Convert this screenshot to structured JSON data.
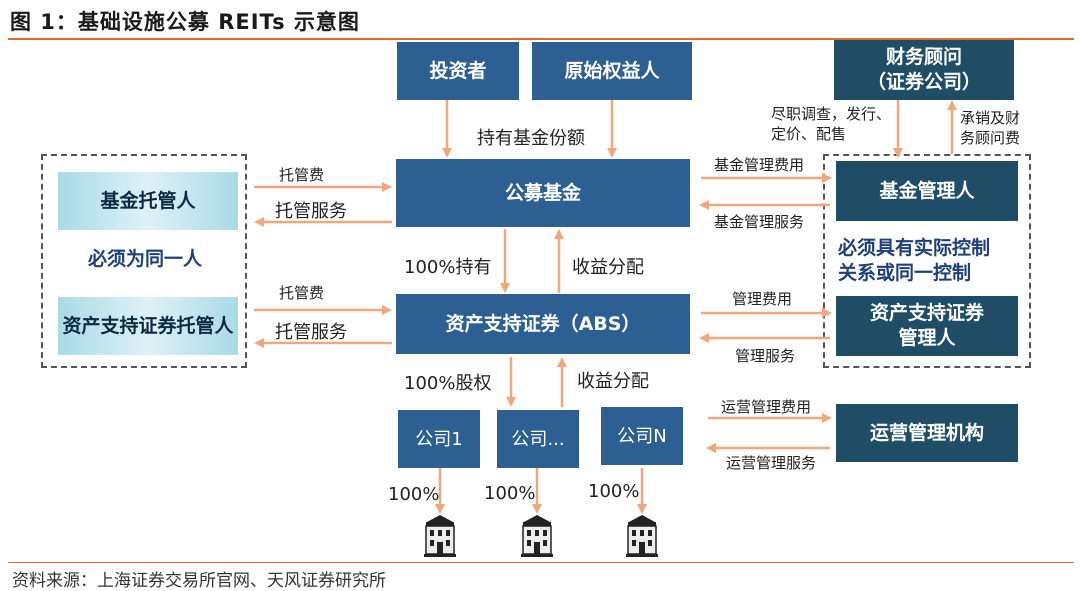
{
  "title": "图 1：基础设施公募 REITs 示意图",
  "source": "资料来源：上海证券交易所官网、天风证券研究所",
  "nodes": {
    "investor": "投资者",
    "original_owner": "原始权益人",
    "advisor_line1": "财务顾问",
    "advisor_line2": "（证券公司）",
    "fund_custodian": "基金托管人",
    "public_fund": "公募基金",
    "fund_manager": "基金管理人",
    "abs_custodian": "资产支持证券托管人",
    "abs": "资产支持证券（ABS）",
    "abs_manager_line1": "资产支持证券",
    "abs_manager_line2": "管理人",
    "company_1": "公司1",
    "company_mid": "公司...",
    "company_n": "公司N",
    "operator": "运营管理机构"
  },
  "notes": {
    "same_person": "必须为同一人",
    "control_line1": "必须具有实际控制",
    "control_line2": "关系或同一控制"
  },
  "labels": {
    "hold_fund_shares": "持有基金份额",
    "due_diligence_line1": "尽职调查，发行、",
    "due_diligence_line2": "定价、配售",
    "underwriting_line1": "承销及财",
    "underwriting_line2": "务顾问费",
    "custody_fee_1": "托管费",
    "custody_service_1": "托管服务",
    "fund_mgmt_fee": "基金管理费用",
    "fund_mgmt_service": "基金管理服务",
    "hold_100": "100%持有",
    "income_dist_1": "收益分配",
    "custody_fee_2": "托管费",
    "custody_service_2": "托管服务",
    "mgmt_fee": "管理费用",
    "mgmt_service": "管理服务",
    "equity_100": "100%股权",
    "income_dist_2": "收益分配",
    "ops_mgmt_fee": "运营管理费用",
    "ops_mgmt_service": "运营管理服务",
    "pct_1": "100%",
    "pct_2": "100%",
    "pct_3": "100%"
  },
  "colors": {
    "accent_rule": "#e26a2c",
    "box_blue": "#2d5f93",
    "box_dark": "#1f4d66",
    "box_light": "#a9dae8",
    "arrow": "#f0a77e",
    "note_text": "#1e3f7a"
  },
  "icons": [
    "building-icon",
    "building-icon",
    "building-icon"
  ]
}
